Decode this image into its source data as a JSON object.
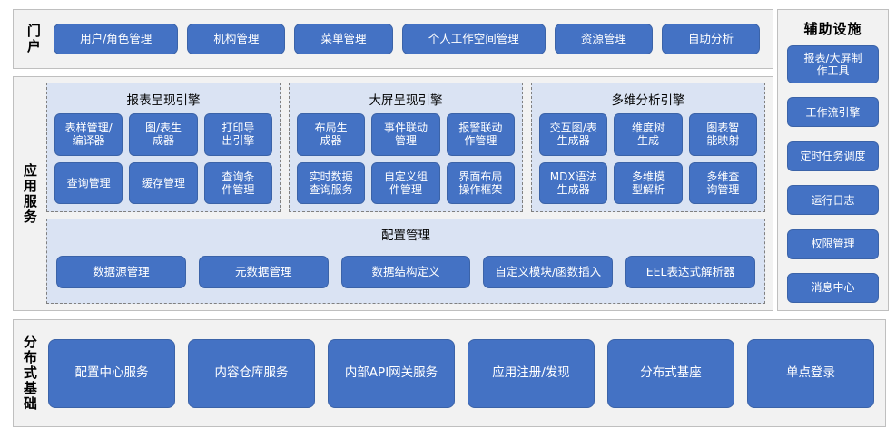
{
  "sections": {
    "portal": {
      "label": "门户",
      "items": [
        "用户/角色管理",
        "机构管理",
        "菜单管理",
        "个人工作空间管理",
        "资源管理",
        "自助分析"
      ]
    },
    "aux": {
      "title": "辅助设施",
      "items": [
        "报表/大屏制\n作工具",
        "工作流引擎",
        "定时任务调度",
        "运行日志",
        "权限管理",
        "消息中心"
      ]
    },
    "app_services": {
      "label": "应用服务",
      "engines": [
        {
          "title": "报表呈现引擎",
          "items": [
            "表样管理/\n编译器",
            "图/表生\n成器",
            "打印导\n出引擎",
            "查询管理",
            "缓存管理",
            "查询条\n件管理"
          ]
        },
        {
          "title": "大屏呈现引擎",
          "items": [
            "布局生\n成器",
            "事件联动\n管理",
            "报警联动\n作管理",
            "实时数据\n查询服务",
            "自定义组\n件管理",
            "界面布局\n操作框架"
          ]
        },
        {
          "title": "多维分析引擎",
          "items": [
            "交互图/表\n生成器",
            "维度树\n生成",
            "图表智\n能映射",
            "MDX语法\n生成器",
            "多维模\n型解析",
            "多维查\n询管理"
          ]
        }
      ],
      "config": {
        "title": "配置管理",
        "items": [
          "数据源管理",
          "元数据管理",
          "数据结构定义",
          "自定义模块/函数插入",
          "EEL表达式解析器"
        ]
      }
    },
    "distributed": {
      "label": "分布式基础",
      "items": [
        "配置中心服务",
        "内容仓库服务",
        "内部API网关服务",
        "应用注册/发现",
        "分布式基座",
        "单点登录"
      ]
    }
  },
  "colors": {
    "button_fill": "#4472C4",
    "button_border": "#3B63A8",
    "panel_fill": "#F2F2F2",
    "panel_border": "#BFBFBF",
    "group_fill": "#DAE3F3",
    "group_border": "#808080",
    "text_on_button": "#FFFFFF"
  }
}
